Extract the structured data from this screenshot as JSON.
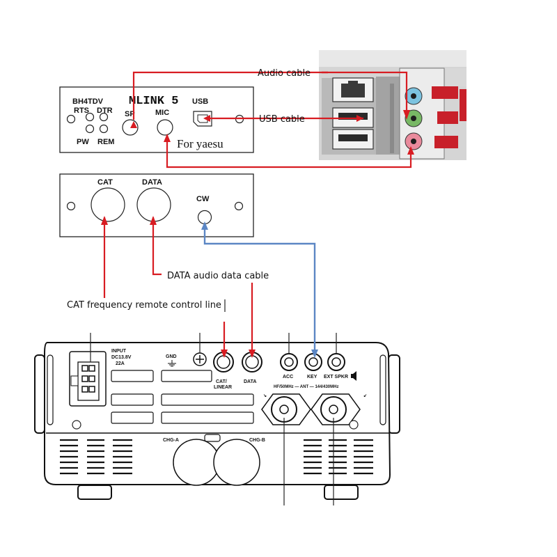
{
  "device_panel_1": {
    "brand_partial": "BH4TDV",
    "model_title": "MLINK 5",
    "rts_label": "RTS",
    "dtr_label": "DTR",
    "pw_label": "PW",
    "rem_label": "REM",
    "sp_label": "SP",
    "mic_label": "MIC",
    "usb_label": "USB",
    "subtitle": "For yaesu"
  },
  "device_panel_2": {
    "cat_label": "CAT",
    "data_label": "DATA",
    "cw_label": "CW"
  },
  "cable_labels": {
    "audio": "Audio cable",
    "usb": "USB cable",
    "data": "DATA audio data cable",
    "cat": "CAT frequency remote control line"
  },
  "radio": {
    "input_line1": "INPUT",
    "input_line2": "DC13.8V",
    "input_line3": "22A",
    "gnd": "GND",
    "cat_linear_1": "CAT/",
    "cat_linear_2": "LINEAR",
    "data": "DATA",
    "acc": "ACC",
    "key": "KEY",
    "ext_spkr": "EXT SPKR",
    "ant_label": "HF/50MHz — ANT — 144/430MHz",
    "chg_a": "CHG-A",
    "chg_b": "CHG-B"
  },
  "colors": {
    "red_wire": "#d81c22",
    "blue_wire": "#5b86c4",
    "mic_jack_pink": "#e98a9c",
    "line_jack_green": "#78b865",
    "line_in_blue": "#7cc3e0",
    "motherboard_red": "#c8202a"
  }
}
